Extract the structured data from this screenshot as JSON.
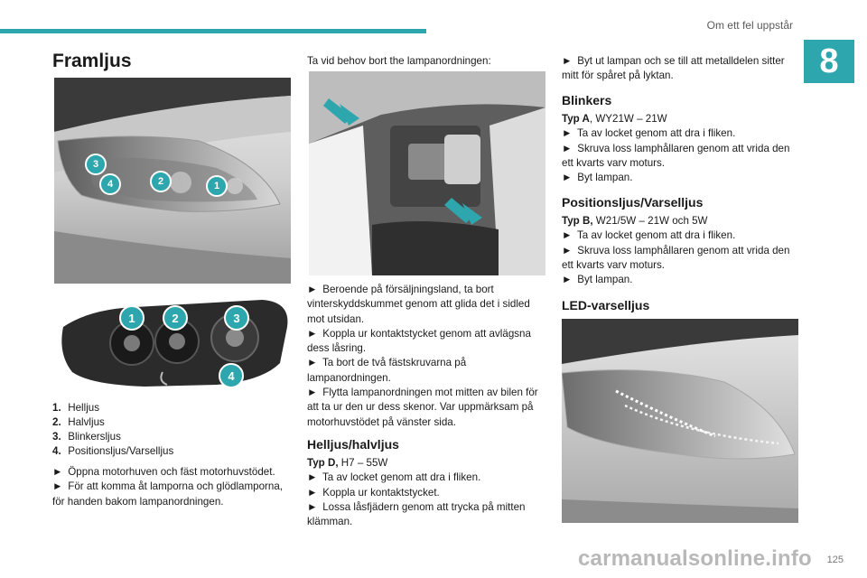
{
  "header": {
    "section_title": "Om ett fel uppstår",
    "chapter_number": "8"
  },
  "col1": {
    "title": "Framljus",
    "callouts_top": [
      "3",
      "4",
      "2",
      "1"
    ],
    "callouts_bottom": [
      "1",
      "2",
      "3",
      "4"
    ],
    "legend": [
      {
        "num": "1.",
        "label": "Helljus"
      },
      {
        "num": "2.",
        "label": "Halvljus"
      },
      {
        "num": "3.",
        "label": "Blinkersljus"
      },
      {
        "num": "4.",
        "label": "Positionsljus/Varselljus"
      }
    ],
    "steps": [
      "Öppna motorhuven och fäst motorhuvstödet.",
      "För att komma åt lamporna och glödlamporna, för handen bakom lampanordningen."
    ]
  },
  "col2": {
    "intro": "Ta vid behov bort the lampanordningen:",
    "steps": [
      "Beroende på försäljningsland, ta bort vinterskyddskummet genom att glida det i sidled mot utsidan.",
      "Koppla ur kontaktstycket genom att avlägsna dess låsring.",
      "Ta bort de två fästskruvarna på lampanordningen.",
      "Flytta lampanordningen mot mitten av bilen för att ta ur den ur dess skenor. Var uppmärksam på motorhuvstödet på vänster sida."
    ],
    "section_title": "Helljus/halvljus",
    "type_label": "Typ D,",
    "type_value": " H7 – 55W",
    "section_steps": [
      "Ta av locket genom att dra i fliken.",
      "Koppla ur kontaktstycket.",
      "Lossa låsfjädern genom att trycka på mitten klämman."
    ]
  },
  "col3": {
    "intro_step": "Byt ut lampan och se till att metalldelen sitter mitt för spåret på lyktan.",
    "blinkers": {
      "title": "Blinkers",
      "type_label": "Typ A",
      "type_value": ", WY21W – 21W",
      "steps": [
        "Ta av locket genom att dra i fliken.",
        "Skruva loss lamphållaren genom att vrida den ett kvarts varv moturs.",
        "Byt lampan."
      ]
    },
    "position": {
      "title": "Positionsljus/Varselljus",
      "type_label": "Typ B,",
      "type_value": " W21/5W – 21W och 5W",
      "steps": [
        "Ta av locket genom att dra i fliken.",
        "Skruva loss lamphållaren genom att vrida den ett kvarts varv moturs.",
        "Byt lampan."
      ]
    },
    "led_title": "LED-varselljus"
  },
  "footer": {
    "page_number": "125",
    "watermark": "carmanualsonline.info"
  },
  "colors": {
    "accent": "#2ea6ad"
  },
  "icons": {
    "step_marker": "►"
  }
}
